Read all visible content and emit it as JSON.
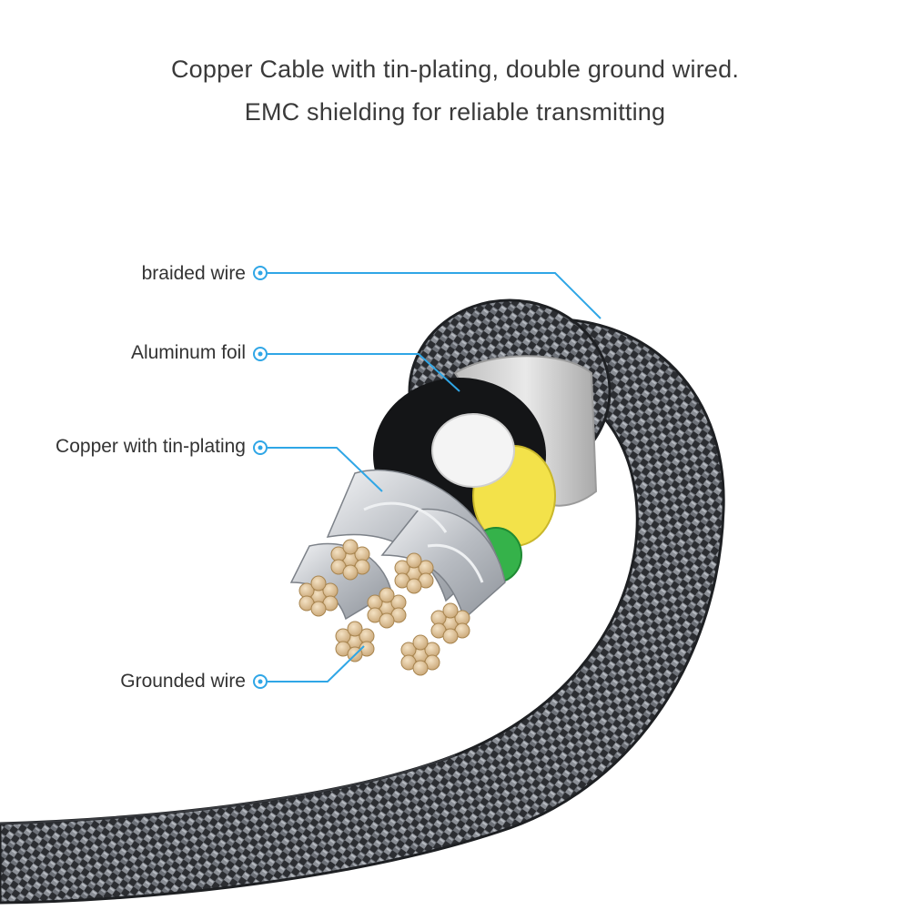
{
  "header": {
    "line1": "Copper Cable with tin-plating, double ground wired.",
    "line2": "EMC shielding for reliable transmitting"
  },
  "callouts": [
    {
      "label": "braided wire"
    },
    {
      "label": "Aluminum foil"
    },
    {
      "label": "Copper with tin-plating"
    },
    {
      "label": "Grounded wire"
    }
  ],
  "colors": {
    "callout_line": "#2fa6e6",
    "braid_dark": "#2b2d31",
    "braid_light": "#8a8e95",
    "foil": "#d9d9d9",
    "copper_strand": "#e2c9a2",
    "tin_silver": "#c9ccd0",
    "insulation_yellow": "#f3e24a",
    "insulation_green": "#35b24a",
    "text": "#333333"
  }
}
